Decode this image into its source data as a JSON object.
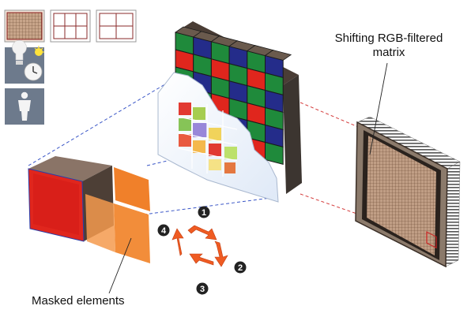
{
  "labels": {
    "matrix": "Shifting RGB-filtered matrix",
    "masked": "Masked elements"
  },
  "steps": [
    "1",
    "2",
    "3",
    "4"
  ],
  "icons": [
    "fine-grid-icon",
    "medium-grid-icon",
    "coarse-grid-icon",
    "lighting-icon",
    "person-icon"
  ],
  "colors": {
    "red": "#e0261d",
    "green": "#1f8a3b",
    "blue": "#242c8a",
    "orange": "#f0802a",
    "arrow": "#ef5b22",
    "dashed_blue": "#3a56c7",
    "dashed_red": "#d43a3a"
  }
}
